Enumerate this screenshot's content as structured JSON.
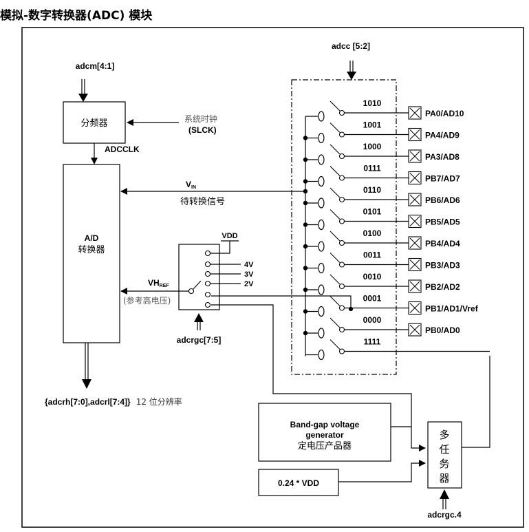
{
  "title": "模拟-数字转换器(ADC) 模块",
  "clock_divider": {
    "label": "分频器",
    "control": "adcm[4:1]",
    "clock_source_cn": "系统时钟",
    "clock_source": "(SLCK)",
    "output_label": "ADCCLK"
  },
  "adc_core": {
    "label_en": "A/D",
    "label_cn": "转换器",
    "vin_label": "V",
    "vin_sub": "IN",
    "vin_cn": "待转换信号",
    "vhref_label": "VH",
    "vhref_sub": "REF",
    "vhref_cn": "(参考高电压)",
    "output_label": "{adcrh[7:0],adcrl[7:4]}",
    "output_suffix": "12 位分辨率"
  },
  "vref_selector": {
    "control": "adcrgc[7:5]",
    "vdd_label": "VDD",
    "taps": [
      "4V",
      "3V",
      "2V"
    ]
  },
  "channel_mux": {
    "control": "adcc [5:2]",
    "channels": [
      {
        "code": "1010",
        "pin": "PA0/AD10"
      },
      {
        "code": "1001",
        "pin": "PA4/AD9"
      },
      {
        "code": "1000",
        "pin": "PA3/AD8"
      },
      {
        "code": "0111",
        "pin": "PB7/AD7"
      },
      {
        "code": "0110",
        "pin": "PB6/AD6"
      },
      {
        "code": "0101",
        "pin": "PB5/AD5"
      },
      {
        "code": "0100",
        "pin": "PB4/AD4"
      },
      {
        "code": "0011",
        "pin": "PB3/AD3"
      },
      {
        "code": "0010",
        "pin": "PB2/AD2"
      },
      {
        "code": "0001",
        "pin": "PB1/AD1/Vref"
      },
      {
        "code": "0000",
        "pin": "PB0/AD0"
      },
      {
        "code": "1111",
        "pin": ""
      }
    ]
  },
  "bandgap": {
    "line1": "Band-gap voltage",
    "line2": "generator",
    "line3_cn": "定电压产品器"
  },
  "vdd_fraction": {
    "label": "0.24 * VDD"
  },
  "multiplexer": {
    "chars": [
      "多",
      "任",
      "务",
      "器"
    ],
    "control": "adcrgc.4"
  }
}
